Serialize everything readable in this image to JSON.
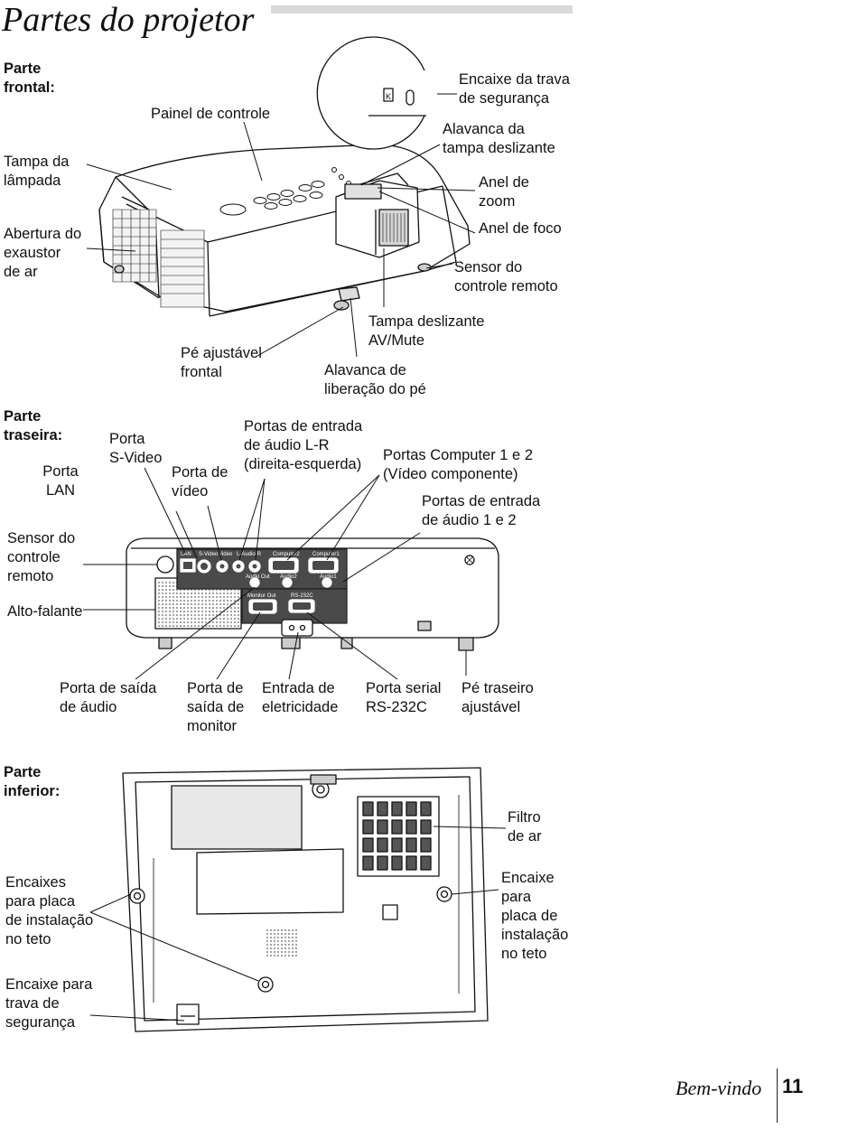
{
  "page": {
    "title": "Partes do projetor",
    "footer_section": "Bem-vindo",
    "page_number": "11"
  },
  "front": {
    "heading": [
      "Parte",
      "frontal:"
    ],
    "painel_controle": "Painel de controle",
    "tampa_lampada": [
      "Tampa da",
      "lâmpada"
    ],
    "abertura_exaustor": [
      "Abertura do",
      "exaustor",
      "de ar"
    ],
    "encaixe_trava": [
      "Encaixe da trava",
      "de segurança"
    ],
    "alavanca_tampa": [
      "Alavanca da",
      "tampa deslizante"
    ],
    "anel_zoom": [
      "Anel de",
      "zoom"
    ],
    "anel_foco": "Anel de foco",
    "sensor_remoto": [
      "Sensor do",
      "controle remoto"
    ],
    "tampa_avmute": [
      "Tampa deslizante",
      "AV/Mute"
    ],
    "pe_ajustavel": [
      "Pé ajustável",
      "frontal"
    ],
    "alavanca_pe": [
      "Alavanca de",
      "liberação do pé"
    ]
  },
  "rear": {
    "heading": [
      "Parte",
      "traseira:"
    ],
    "porta_lan": [
      "Porta",
      "LAN"
    ],
    "porta_svideo": [
      "Porta",
      "S-Video"
    ],
    "porta_video": [
      "Porta de",
      "vídeo"
    ],
    "portas_audio_lr": [
      "Portas de entrada",
      "de áudio L-R",
      "(direita-esquerda)"
    ],
    "portas_computer": [
      "Portas Computer 1 e 2",
      "(Vídeo componente)"
    ],
    "portas_audio_12": [
      "Portas de entrada",
      "de áudio 1 e 2"
    ],
    "sensor_remoto": [
      "Sensor do",
      "controle",
      "remoto"
    ],
    "alto_falante": "Alto-falante",
    "saida_audio": [
      "Porta de saída",
      "de áudio"
    ],
    "saida_monitor": [
      "Porta de",
      "saída de",
      "monitor"
    ],
    "entrada_eletricidade": [
      "Entrada de",
      "eletricidade"
    ],
    "porta_serial": [
      "Porta serial",
      "RS-232C"
    ],
    "pe_traseiro": [
      "Pé traseiro",
      "ajustável"
    ],
    "panel_labels": {
      "lan": "LAN",
      "svideo": "S-Video",
      "video": "Video",
      "audio_lr": "L-Audio-R",
      "computer2": "Computer2",
      "computer1": "Computer1",
      "audio_out": "Audio Out",
      "audio2": "Audio2",
      "audio1": "Audio1",
      "monitor_out": "Monitor Out",
      "rs232c": "RS-232C"
    }
  },
  "bottom": {
    "heading": [
      "Parte",
      "inferior:"
    ],
    "encaixes_teto": [
      "Encaixes",
      "para placa",
      "de instalação",
      "no teto"
    ],
    "encaixe_trava": [
      "Encaixe para",
      "trava de",
      "segurança"
    ],
    "filtro_ar": [
      "Filtro",
      "de ar"
    ],
    "encaixe_teto": [
      "Encaixe",
      "para",
      "placa de",
      "instalação",
      "no teto"
    ]
  }
}
